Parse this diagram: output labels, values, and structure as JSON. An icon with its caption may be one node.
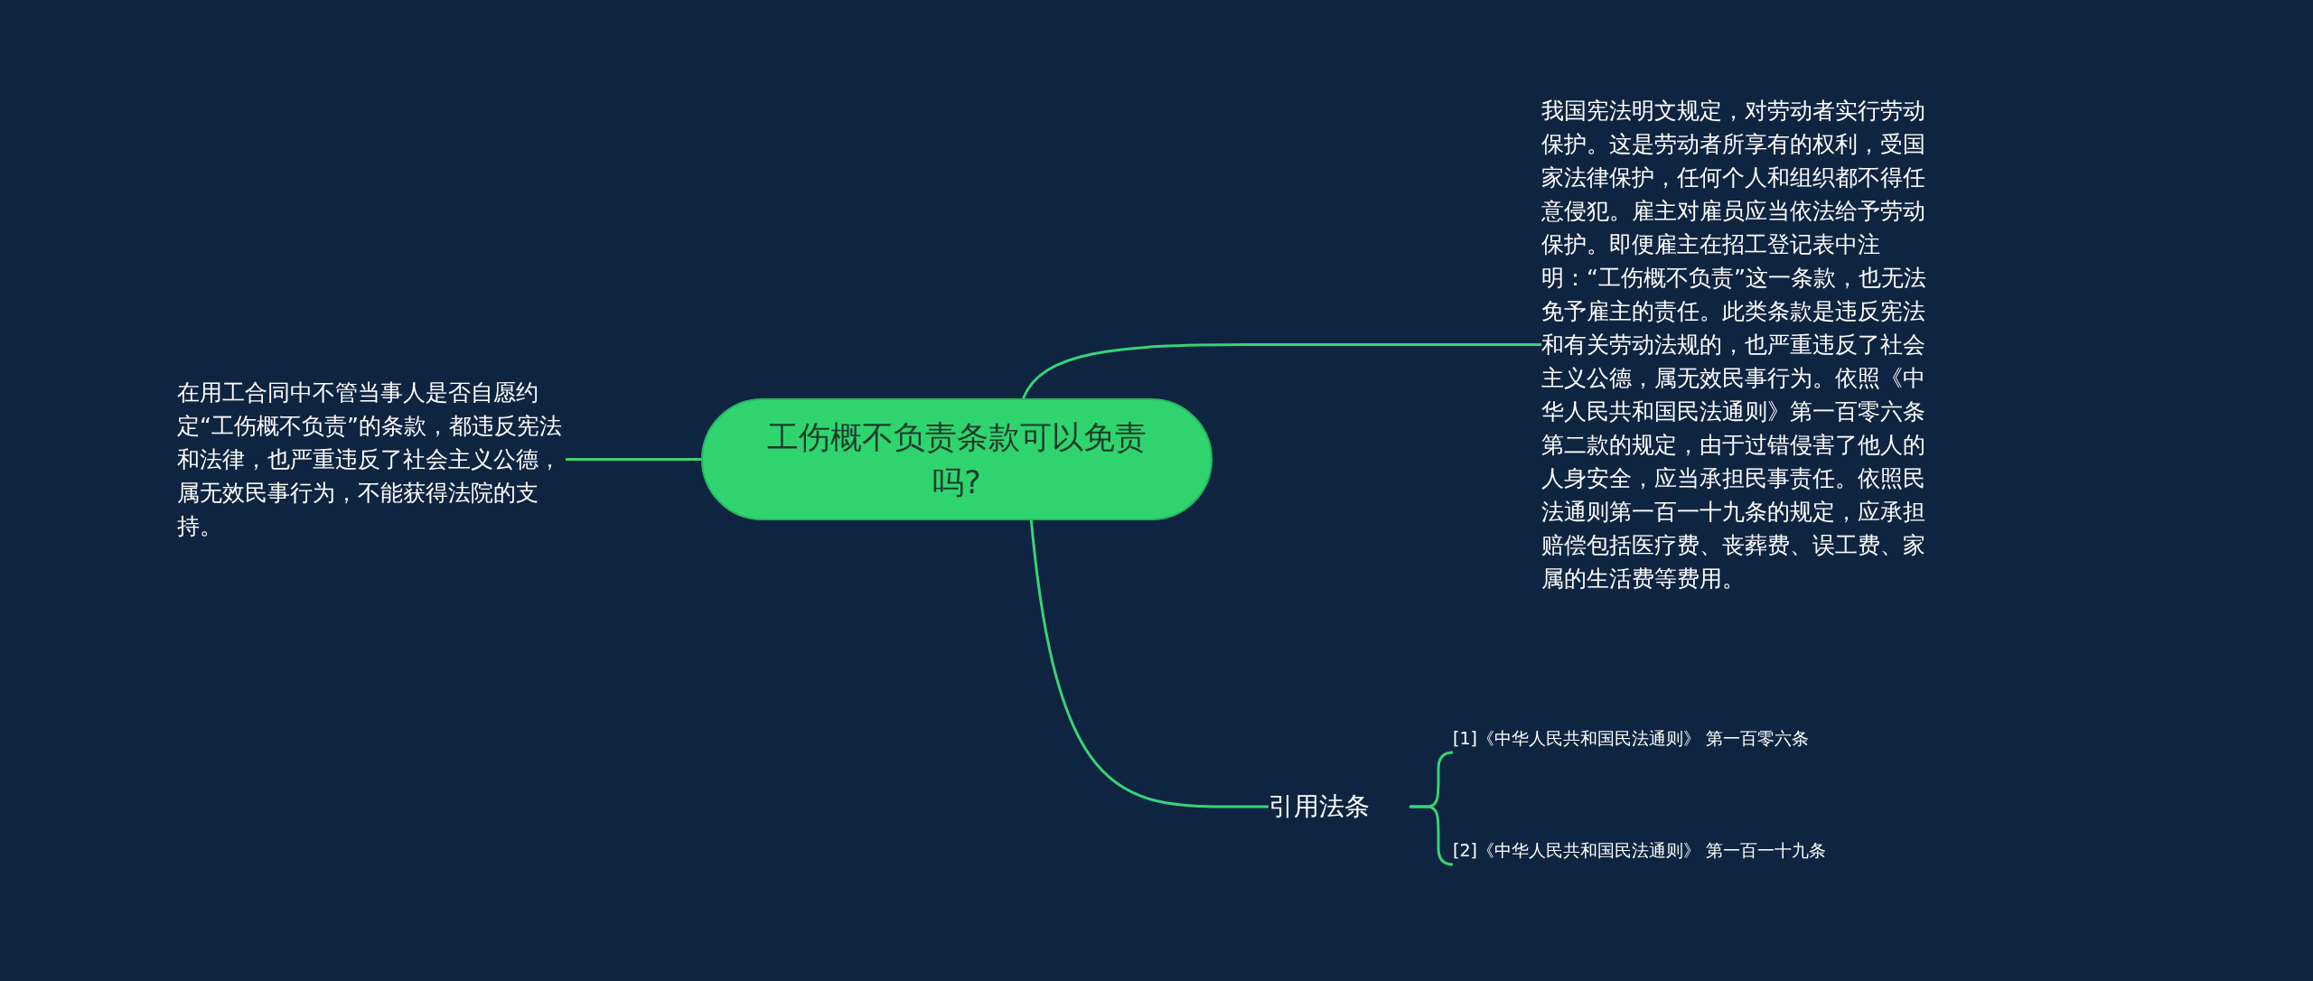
{
  "diagram": {
    "nodes": [
      {
        "text": [
          "工伤概不负责条款可以免责吗?"
        ]
      },
      {
        "text": [
          "在用工合同中不管当事人是否自愿约定“工伤概不负责”的条款，都违反宪法和法律，也严重违反了社会主义公德，属无效民事行为，不能获得法院的支持。"
        ]
      },
      {
        "text": [
          "我国宪法明文规定，对劳动者实行劳动保护。这是劳动者所享有的权利，受国家法律保护，任何个人和组织都不得任意侵犯。雇主对雇员应当依法给予劳动保护。即便雇主在招工登记表中注明：“工伤概不负责”这一条款，也无法免予雇主的责任。此类条款是违反宪法和有关劳动法规的，也严重违反了社会主义公德，属无效民事行为。依照《中华人民共和国民法通则》第一百零六条第二款的规定，由于过错侵害了他人的人身安全，应当承担民事责任。依照民法通则第一百一十九条的规定，应承担赔偿包括医疗费、丧葬费、误工费、家属的生活费等费用。"
        ]
      },
      {
        "text": [
          "引用法条"
        ]
      },
      {
        "text": [
          "[1]《中华人民共和国民法通则》 第一百零六条"
        ]
      },
      {
        "text": [
          "[2]《中华人民共和国民法通则》 第一百一十九条"
        ]
      }
    ],
    "edges": [
      {
        "from": 0,
        "to": 1,
        "arrow": "none"
      },
      {
        "from": 0,
        "to": 2,
        "arrow": "none"
      },
      {
        "from": 0,
        "to": 3,
        "arrow": "none"
      },
      {
        "from": 3,
        "to": 4,
        "arrow": "none"
      },
      {
        "from": 3,
        "to": 5,
        "arrow": "none"
      }
    ]
  }
}
